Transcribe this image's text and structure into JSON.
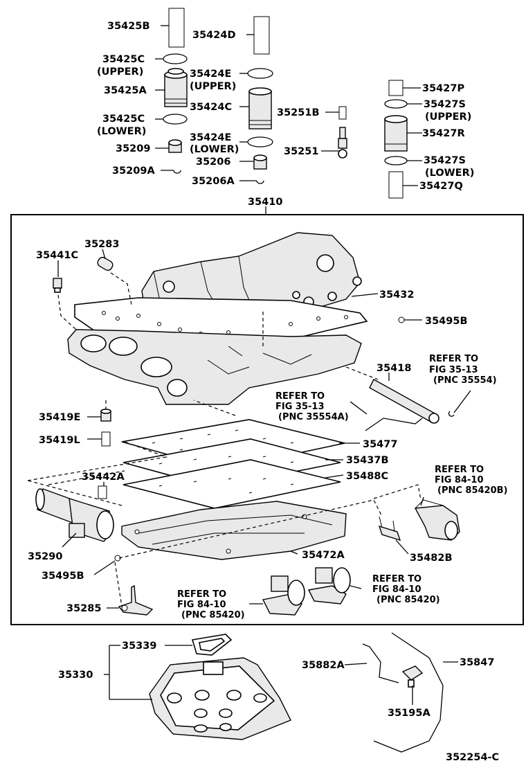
{
  "diagram_title": "",
  "figure_code": "352254-C",
  "assembly_label": "35410",
  "parts": {
    "p35425B": "35425B",
    "p35424D": "35424D",
    "p35425C_upper": "35425C",
    "p35425C_upper_note": "(UPPER)",
    "p35424E_upper": "35424E",
    "p35424E_upper_note": "(UPPER)",
    "p35425A": "35425A",
    "p35424C": "35424C",
    "p35251B": "35251B",
    "p35425C_lower": "35425C",
    "p35425C_lower_note": "(LOWER)",
    "p35424E_lower": "35424E",
    "p35424E_lower_note": "(LOWER)",
    "p35209": "35209",
    "p35251": "35251",
    "p35206": "35206",
    "p35209A": "35209A",
    "p35206A": "35206A",
    "p35427P": "35427P",
    "p35427S_upper": "35427S",
    "p35427S_upper_note": "(UPPER)",
    "p35427R": "35427R",
    "p35427S_lower": "35427S",
    "p35427S_lower_note": "(LOWER)",
    "p35427Q": "35427Q",
    "p35283": "35283",
    "p35441C": "35441C",
    "p35432": "35432",
    "p35495B_top": "35495B",
    "p35418": "35418",
    "p35419E": "35419E",
    "p35419L": "35419L",
    "p35477": "35477",
    "p35437B": "35437B",
    "p35488C": "35488C",
    "p35442A": "35442A",
    "p35290": "35290",
    "p35472A": "35472A",
    "p35482B": "35482B",
    "p35495B_bottom": "35495B",
    "p35285": "35285",
    "p35339": "35339",
    "p35330": "35330",
    "p35882A": "35882A",
    "p35847": "35847",
    "p35195A": "35195A"
  },
  "references": {
    "ref1": {
      "line1": "REFER TO",
      "line2": "FIG 35-13",
      "line3": "(PNC 35554)"
    },
    "ref2": {
      "line1": "REFER TO",
      "line2": "FIG 35-13",
      "line3": "(PNC 35554A)"
    },
    "ref3": {
      "line1": "REFER TO",
      "line2": "FIG 84-10",
      "line3": "(PNC 85420B)"
    },
    "ref4": {
      "line1": "REFER TO",
      "line2": "FIG 84-10",
      "line3": "(PNC 85420)"
    },
    "ref5": {
      "line1": "REFER TO",
      "line2": "FIG 84-10",
      "line3": "(PNC 85420)"
    }
  }
}
